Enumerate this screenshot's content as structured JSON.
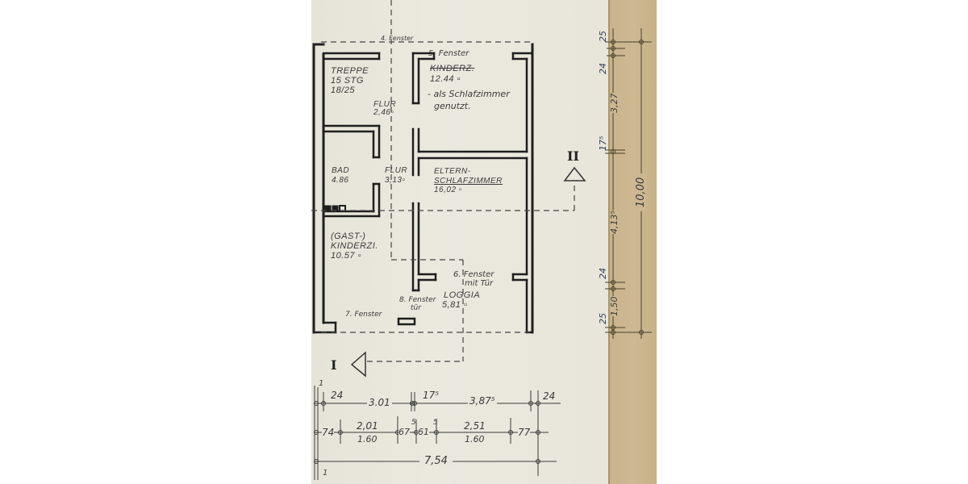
{
  "drawing": {
    "type": "floor plan (Grundriss)",
    "rooms": [
      {
        "id": "treppe",
        "lines": [
          "TREPPE",
          "15 STG",
          "18/25"
        ]
      },
      {
        "id": "kinderzimmer-top",
        "lines": [
          "KINDERZ.",
          "12.44 ▫"
        ],
        "note_lines": [
          "- als Schlafzimmer",
          "genutzt."
        ]
      },
      {
        "id": "flur-1",
        "lines": [
          "FLUR",
          "2,46▫"
        ]
      },
      {
        "id": "bad",
        "lines": [
          "BAD",
          "4.86"
        ]
      },
      {
        "id": "flur-2",
        "lines": [
          "FLUR",
          "3,13▫"
        ]
      },
      {
        "id": "elternschlafzimmer",
        "lines": [
          "ELTERN-",
          "SCHLAFZIMMER",
          "16,02 ▫"
        ]
      },
      {
        "id": "gast-kinderzimmer",
        "lines": [
          "(GAST-)",
          "KINDERZI.",
          "10.57 ▫"
        ]
      },
      {
        "id": "loggia",
        "lines": [
          "LOGGIA",
          "5,81 ▫"
        ]
      }
    ],
    "window_notes": {
      "w4": "4. Fenster",
      "w5": "5. Fenster",
      "w6": [
        "6. Fenster",
        "mit Tür"
      ],
      "w7": "7. Fenster",
      "w8": [
        "8. Fenster",
        "tür"
      ]
    },
    "section_markers": {
      "I": "I",
      "II": "II"
    },
    "dims_bottom": {
      "row1": [
        "24",
        "3.01",
        "17⁵",
        "3,87⁵",
        "24"
      ],
      "row2": [
        "74",
        "2,01",
        "1.60",
        "67",
        "5",
        "61",
        "5",
        "2,51",
        "1.60",
        "77"
      ],
      "row3_total": "7,54",
      "axis_marks": [
        "1",
        "1"
      ]
    },
    "dims_right": {
      "chain": [
        "25",
        "24",
        "3,27",
        "17⁵",
        "4,13⁵",
        "24",
        "1,50",
        "25"
      ],
      "total": "10,00"
    }
  }
}
